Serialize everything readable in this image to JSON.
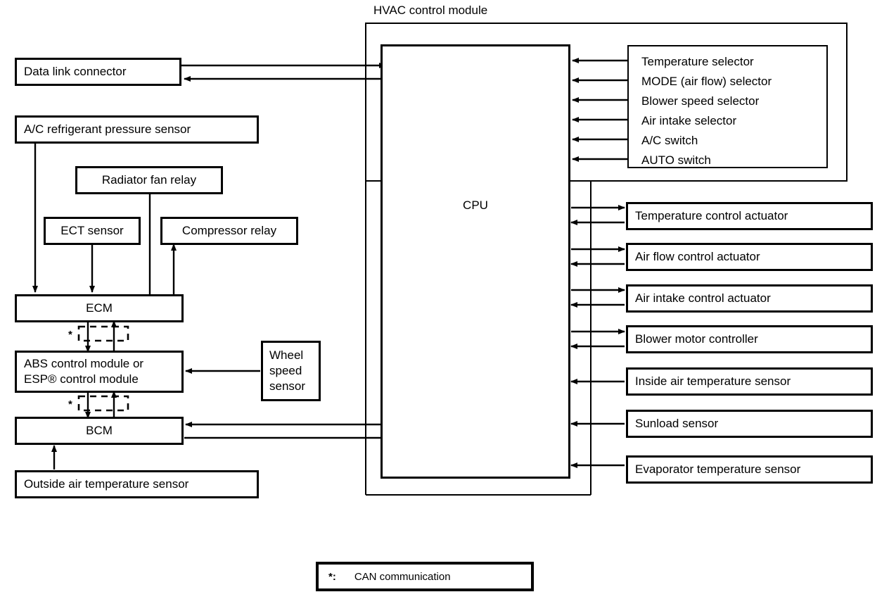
{
  "diagram": {
    "title": "HVAC control module",
    "cpu_label": "CPU",
    "legend": {
      "symbol": "*:",
      "text": "CAN communication"
    },
    "can_marker_symbol": "*"
  },
  "left_blocks": [
    {
      "id": "data-link-connector",
      "label": "Data link connector"
    },
    {
      "id": "ac-refrigerant-pressure-sensor",
      "label": "A/C refrigerant pressure sensor"
    },
    {
      "id": "radiator-fan-relay",
      "label": "Radiator fan relay"
    },
    {
      "id": "ect-sensor",
      "label": "ECT sensor"
    },
    {
      "id": "compressor-relay",
      "label": "Compressor relay"
    },
    {
      "id": "ecm",
      "label": "ECM"
    },
    {
      "id": "abs-esp-control-module",
      "label": "ABS control module or\nESP® control module"
    },
    {
      "id": "wheel-speed-sensor",
      "label": "Wheel\nspeed\nsensor"
    },
    {
      "id": "bcm",
      "label": "BCM"
    },
    {
      "id": "outside-air-temperature-sensor",
      "label": "Outside air temperature sensor"
    }
  ],
  "input_selectors": [
    "Temperature selector",
    "MODE (air flow) selector",
    "Blower speed selector",
    "Air intake selector",
    "A/C switch",
    "AUTO switch"
  ],
  "output_devices": [
    {
      "label": "Temperature control actuator",
      "bidirectional": true
    },
    {
      "label": "Air flow control actuator",
      "bidirectional": true
    },
    {
      "label": "Air intake control actuator",
      "bidirectional": true
    },
    {
      "label": "Blower motor controller",
      "bidirectional": true
    },
    {
      "label": "Inside air temperature sensor",
      "bidirectional": false
    },
    {
      "label": "Sunload sensor",
      "bidirectional": false
    },
    {
      "label": "Evaporator temperature sensor",
      "bidirectional": false
    }
  ],
  "colors": {
    "line": "#000000",
    "background": "#ffffff"
  }
}
